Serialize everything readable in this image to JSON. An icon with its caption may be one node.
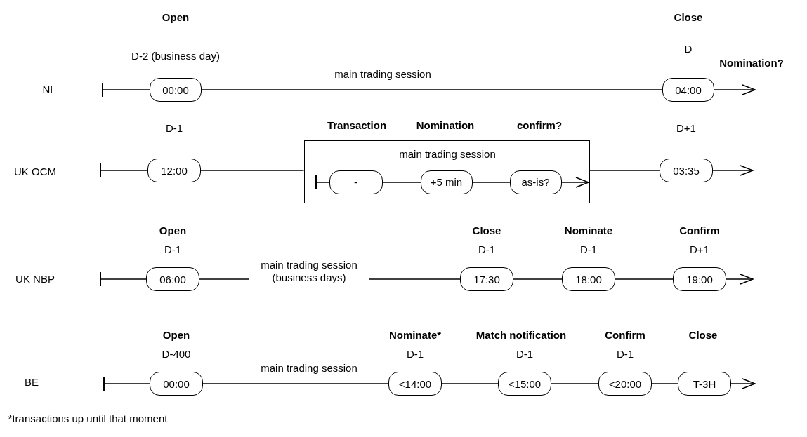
{
  "diagram": {
    "nodes": [
      {
        "text": [
          "00:00"
        ],
        "beside": [
          "Open",
          "D-2 (business day)"
        ]
      },
      {
        "text": [
          "04:00"
        ],
        "beside": [
          "Close",
          "D"
        ]
      },
      {
        "text": [
          "12:00"
        ],
        "beside": [
          "D-1"
        ]
      },
      {
        "text": [
          "main trading session"
        ]
      },
      {
        "text": [
          "-"
        ],
        "in": 3,
        "beside": [
          "Transaction"
        ]
      },
      {
        "text": [
          "+5 min"
        ],
        "in": 3,
        "beside": [
          "Nomination"
        ]
      },
      {
        "text": [
          "as-is?"
        ],
        "in": 3,
        "beside": [
          "confirm?"
        ]
      },
      {
        "text": [
          "03:35"
        ],
        "beside": [
          "D+1"
        ]
      },
      {
        "text": [
          "06:00"
        ],
        "beside": [
          "Open",
          "D-1"
        ]
      },
      {
        "text": [
          "17:30"
        ],
        "beside": [
          "Close",
          "D-1"
        ]
      },
      {
        "text": [
          "18:00"
        ],
        "beside": [
          "Nominate",
          "D-1"
        ]
      },
      {
        "text": [
          "19:00"
        ],
        "beside": [
          "Confirm",
          "D+1"
        ]
      },
      {
        "text": [
          "00:00"
        ],
        "beside": [
          "Open",
          "D-400"
        ]
      },
      {
        "text": [
          "<14:00"
        ],
        "beside": [
          "Nominate*",
          "D-1"
        ]
      },
      {
        "text": [
          "<15:00"
        ],
        "beside": [
          "Match notification",
          "D-1"
        ]
      },
      {
        "text": [
          "<20:00"
        ],
        "beside": [
          "Confirm",
          "D-1"
        ]
      },
      {
        "text": [
          "T-3H"
        ],
        "beside": [
          "Close"
        ]
      }
    ],
    "edges": [
      {
        "from": null,
        "to": 0,
        "arrow": "other"
      },
      {
        "from": 0,
        "to": 1,
        "arrow": "none",
        "label": "main trading session"
      },
      {
        "from": 1,
        "to": null,
        "arrow": "to"
      },
      {
        "from": null,
        "to": 2,
        "arrow": "other"
      },
      {
        "from": 2,
        "to": 3,
        "arrow": "none"
      },
      {
        "from": null,
        "to": 4,
        "arrow": "other"
      },
      {
        "from": 4,
        "to": 5,
        "arrow": "none"
      },
      {
        "from": 5,
        "to": 6,
        "arrow": "none"
      },
      {
        "from": 6,
        "to": null,
        "arrow": "to"
      },
      {
        "from": 3,
        "to": 7,
        "arrow": "none"
      },
      {
        "from": 7,
        "to": null,
        "arrow": "to"
      },
      {
        "from": null,
        "to": 8,
        "arrow": "other"
      },
      {
        "from": 8,
        "to": 9,
        "arrow": "none",
        "label": "main trading session (business days)"
      },
      {
        "from": 9,
        "to": 10,
        "arrow": "none"
      },
      {
        "from": 10,
        "to": 11,
        "arrow": "none"
      },
      {
        "from": 11,
        "to": null,
        "arrow": "to"
      },
      {
        "from": null,
        "to": 12,
        "arrow": "other"
      },
      {
        "from": 12,
        "to": 13,
        "arrow": "none",
        "label": "main trading session"
      },
      {
        "from": 13,
        "to": 14,
        "arrow": "none"
      },
      {
        "from": 14,
        "to": 15,
        "arrow": "none"
      },
      {
        "from": 15,
        "to": 16,
        "arrow": "none"
      },
      {
        "from": 16,
        "to": null,
        "arrow": "to"
      }
    ],
    "labels": [
      "Nomination?",
      "NL",
      "UK OCM",
      "UK NBP",
      "BE",
      "*transactions up until that moment"
    ]
  }
}
